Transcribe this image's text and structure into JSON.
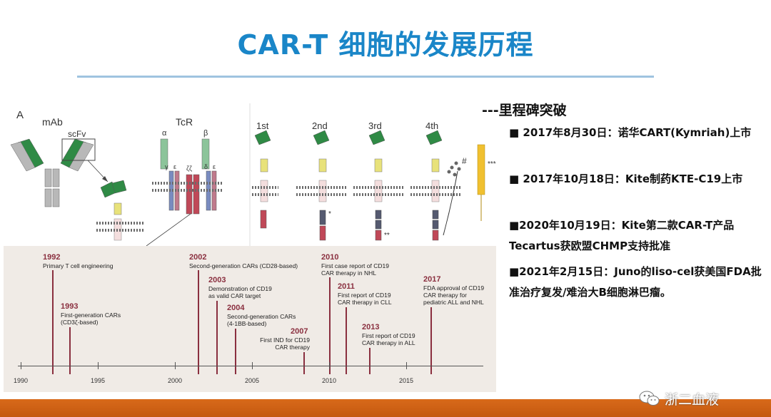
{
  "slide": {
    "title": "CAR-T 细胞的发展历程"
  },
  "figure": {
    "panel_letter": "A",
    "labels": {
      "mab": "mAb",
      "scfv": "scFv",
      "tcr": "TcR",
      "alpha": "α",
      "beta": "β",
      "gamma": "γ",
      "epsilon": "ε",
      "zeta": "ζζ",
      "delta": "δ",
      "epsilon2": "ε",
      "gen1": "1st",
      "gen2": "2nd",
      "gen3": "3rd",
      "gen4": "4th",
      "star1": "*",
      "star2": "**",
      "star3": "***",
      "hash": "#"
    },
    "timeline": {
      "events": [
        {
          "year": "1992",
          "desc": "Primary T cell engineering"
        },
        {
          "year": "1993",
          "desc": "First-generation CARs\n(CD3ζ-based)"
        },
        {
          "year": "2002",
          "desc": "Second-generation CARs (CD28-based)"
        },
        {
          "year": "2003",
          "desc": "Demonstration of CD19\nas valid CAR target"
        },
        {
          "year": "2004",
          "desc": "Second-generation CARs\n(4-1BB-based)"
        },
        {
          "year": "2007",
          "desc": "First IND for CD19\nCAR therapy"
        },
        {
          "year": "2010",
          "desc": "First case report of CD19\nCAR therapy in NHL"
        },
        {
          "year": "2011",
          "desc": "First report of CD19\nCAR therapy in CLL"
        },
        {
          "year": "2013",
          "desc": "First report of CD19\nCAR therapy in ALL"
        },
        {
          "year": "2017",
          "desc": "FDA approval of CD19\nCAR therapy for\npediatric ALL and NHL"
        }
      ],
      "axis_ticks": [
        "1990",
        "1995",
        "2000",
        "2005",
        "2010",
        "2015"
      ]
    }
  },
  "milestones": {
    "heading": "---里程碑突破",
    "items": [
      "■ 2017年8月30日：诺华CART(Kymriah)上市",
      "■ 2017年10月18日：Kite制药KTE-C19上市",
      "■2020年10月19日：Kite第二款CAR-T产品Tecartus获欧盟CHMP支持批准",
      "■2021年2月15日：Juno的liso-cel获美国FDA批准治疗复发/难治大B细胞淋巴瘤。"
    ]
  },
  "watermark": {
    "text": "浙二血液",
    "icon": "wechat-icon"
  },
  "colors": {
    "title": "#1a86c8",
    "event": "#8a2f3f",
    "footer": "#d86a1a",
    "scfv_green": "#2f8a45",
    "tcr_green": "#8cc49a",
    "membrane": "#6b6b6b"
  }
}
